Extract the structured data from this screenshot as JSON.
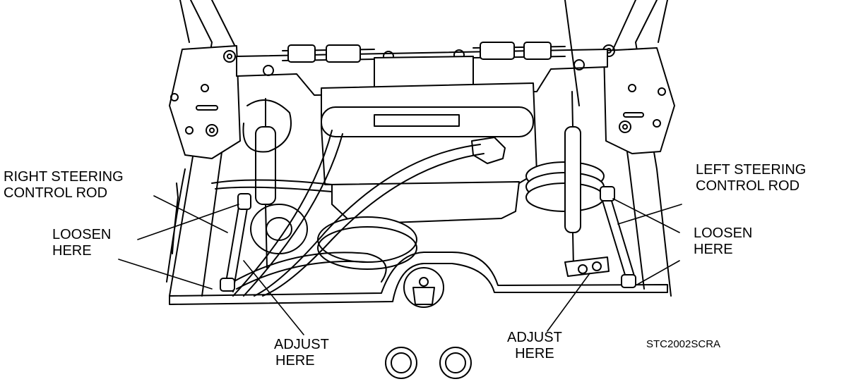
{
  "labels": {
    "right_steering_rod": [
      "RIGHT STEERING",
      "CONTROL ROD"
    ],
    "left_steering_rod": [
      "LEFT STEERING",
      "CONTROL ROD"
    ],
    "loosen_left": [
      "LOOSEN",
      "HERE"
    ],
    "loosen_right": [
      "LOOSEN",
      "HERE"
    ],
    "adjust_left": [
      "ADJUST",
      "HERE"
    ],
    "adjust_right": [
      "ADJUST",
      "HERE"
    ]
  },
  "figure_code": "STC2002SCRA",
  "colors": {
    "ink": "#000000",
    "fill_light": "#ffffff",
    "fill_shade": "#e8e8e8"
  }
}
